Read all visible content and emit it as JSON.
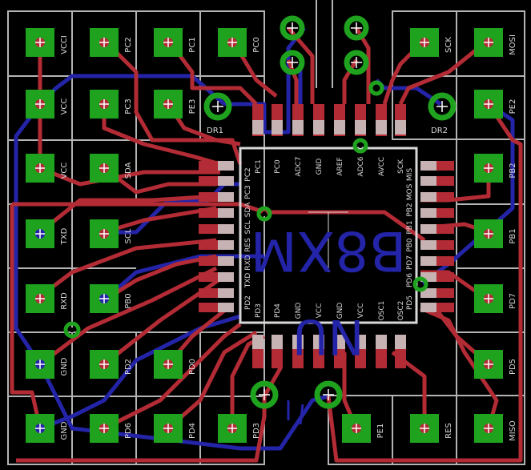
{
  "colors": {
    "background": "#000000",
    "pad": "#1fa31f",
    "drill": "#ffffff",
    "top_trace": "#b32b35",
    "bottom_trace": "#2424a8",
    "outline": "#b4b4b4",
    "silk_label": "#d8d8d8",
    "chip_label": "#2424a8"
  },
  "chip": {
    "name_top": "B8XM",
    "name_bottom": "NU"
  },
  "left_grid_labels": {
    "col1": [
      "VCCI",
      "VCC",
      "VCC",
      "TXD",
      "RXD",
      "GND",
      "GND"
    ],
    "col2": [
      "PC2",
      "PC3",
      "SDA",
      "SCL",
      "PB0",
      "PD2",
      "PD6"
    ],
    "col3": [
      "PC1",
      "PE3",
      "",
      "",
      "",
      "PD0",
      "PD4"
    ],
    "col4": [
      "PC0",
      "",
      "",
      "",
      "",
      "",
      "PD3"
    ]
  },
  "right_grid_labels": {
    "top": [
      "SCK",
      "MOSI",
      "PE2"
    ],
    "col": [
      "PB2",
      "PB1",
      "PD7",
      "PD5"
    ],
    "bottom": [
      "PE1",
      "RES",
      "MISO"
    ]
  },
  "designators": {
    "dr1": "DR1",
    "dr2": "DR2"
  },
  "chip_pins": {
    "top": [
      "PC1",
      "PC0",
      "ADC7",
      "GND",
      "AREF",
      "ADC6",
      "AVCC",
      "SCK"
    ],
    "left": [
      "PC2",
      "PC3",
      "SDA",
      "SCL",
      "RES",
      "RXD",
      "TXD",
      "PD2"
    ],
    "right": [
      "MIS",
      "MOS",
      "PB2",
      "PB1",
      "PB0",
      "PD7",
      "PD6",
      "PD5"
    ],
    "bottom": [
      "PD3",
      "PD4",
      "GND",
      "VCC",
      "GND",
      "VCC",
      "OSC1",
      "OSC2"
    ]
  }
}
